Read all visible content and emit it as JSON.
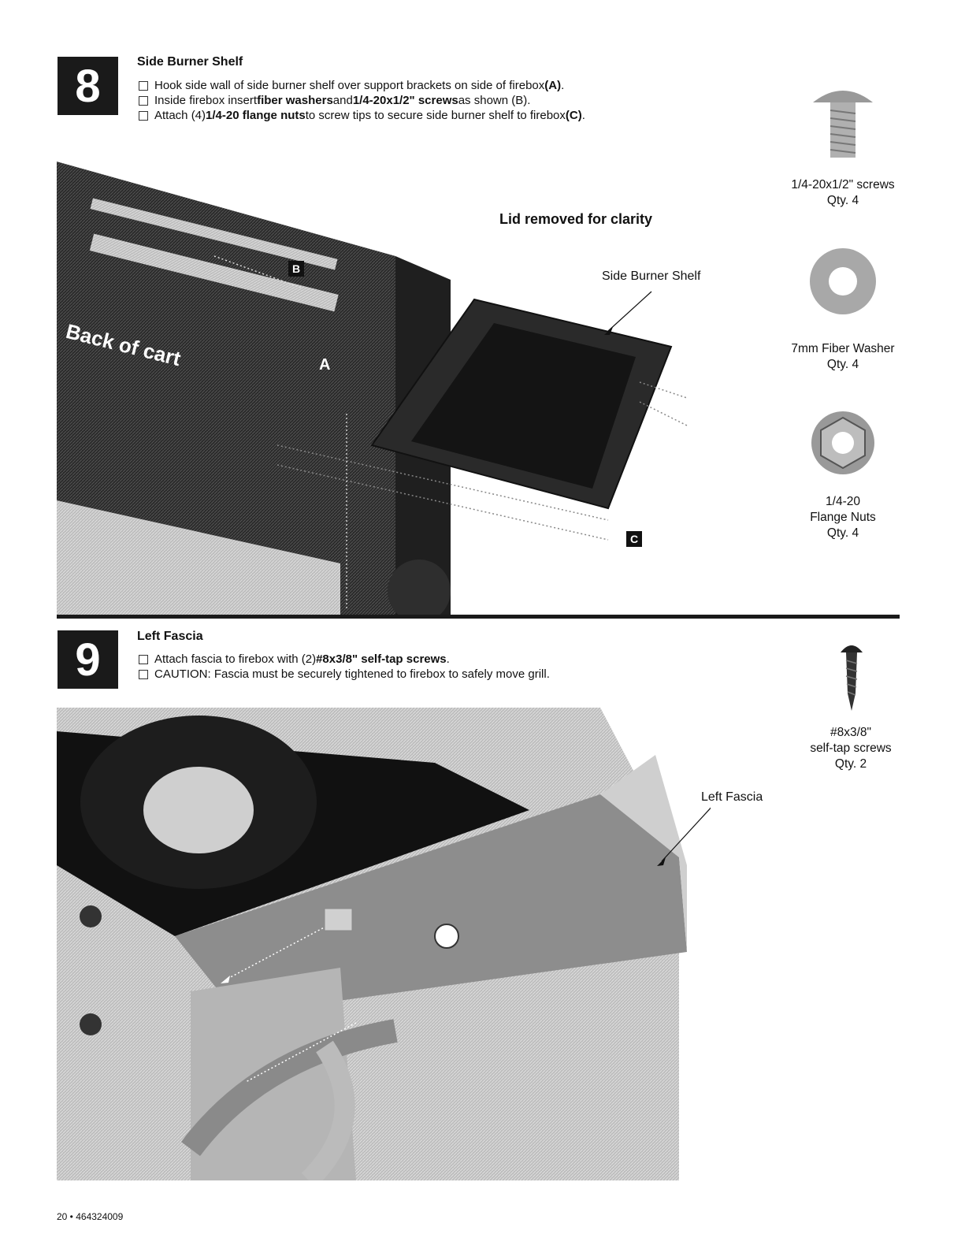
{
  "step8": {
    "number": "8",
    "title": "Side Burner Shelf",
    "lines": [
      {
        "pre": "Hook side wall of side burner shelf over support brackets on side of firebox ",
        "bold": "",
        "mid": "",
        "bold2": "(A)",
        "post": "."
      },
      {
        "pre": "Inside firebox insert ",
        "bold": "fiber washers",
        "mid": " and ",
        "bold2": "1/4-20x1/2\" screws",
        "post": " as shown (B)."
      },
      {
        "pre": "Attach (4) ",
        "bold": "1/4-20 flange nuts",
        "mid": " to screw tips to secure side burner shelf to firebox ",
        "bold2": "(C)",
        "post": "."
      }
    ],
    "note": "Lid removed for clarity",
    "shelf_label": "Side Burner Shelf",
    "cart_label": "Back of cart",
    "callouts": {
      "a": "A",
      "b": "B",
      "c": "C"
    },
    "parts": [
      {
        "name": "1/4-20x1/2\" screws",
        "qty": "Qty. 4"
      },
      {
        "name": "7mm Fiber Washer",
        "qty": "Qty. 4"
      },
      {
        "name_line1": "1/4-20",
        "name_line2": "Flange Nuts",
        "qty": "Qty. 4"
      }
    ]
  },
  "step9": {
    "number": "9",
    "title": "Left Fascia",
    "lines": [
      {
        "pre": "Attach fascia to firebox with (2) ",
        "bold": "#8x3/8\" self-tap screws",
        "post": "."
      },
      {
        "pre": "CAUTION: Fascia must be securely tightened to firebox to safely move grill.",
        "bold": "",
        "post": ""
      }
    ],
    "fascia_label": "Left Fascia",
    "part": {
      "name_line1": "#8x3/8\"",
      "name_line2": "self-tap screws",
      "qty": "Qty. 2"
    }
  },
  "footer": "20 • 464324009"
}
